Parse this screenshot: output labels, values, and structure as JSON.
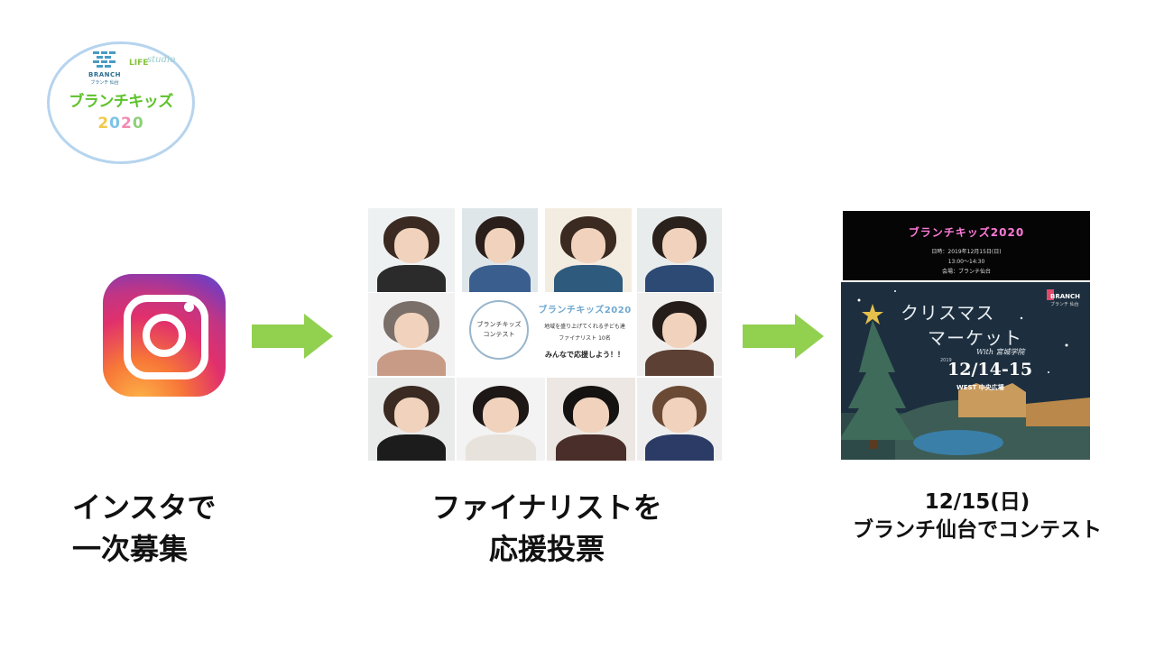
{
  "logo": {
    "brand": "BRANCH",
    "brand_sub": "ブランチ 仙台",
    "life": "LIFE",
    "life_script": "studio",
    "title": "ブランチキッズ",
    "year_digits": [
      "2",
      "0",
      "2",
      "0"
    ],
    "year_colors": [
      "#f2c94c",
      "#7dc3e8",
      "#f28ab2",
      "#8fd07a"
    ]
  },
  "instagram": {
    "icon": "instagram-icon",
    "colors": [
      "#fdb549",
      "#e1306c",
      "#833ab4",
      "#5851db"
    ]
  },
  "arrow_color": "#92d050",
  "finalists": {
    "card_circle_text": "ブランチキッズ\nコンテスト",
    "card_title": "ブランチキッズ2020",
    "card_line1": "地域を盛り上げてくれる子ども達",
    "card_line2": "ファイナリスト 10名",
    "card_line3": "みんなで応援しよう！！"
  },
  "event": {
    "top_title": "ブランチキッズ2020",
    "top_date": "日時：2019年12月15日(日)",
    "top_time": "13:00〜14:30",
    "top_place": "会場：ブランチ仙台",
    "xmas_line1": "クリスマス",
    "xmas_line2": "マーケット",
    "with": "With 宮城学院",
    "year": "2019",
    "dates": "12/14-15",
    "venue": "WEST 中央広場",
    "branch": "BRANCH",
    "branch_sub": "ブランチ 仙台"
  },
  "captions": {
    "step1_line1": "インスタで",
    "step1_line2": "一次募集",
    "step2_line1": "ファイナリストを",
    "step2_line2": "応援投票",
    "step3_line1": "12/15(日)",
    "step3_line2": "ブランチ仙台でコンテスト"
  }
}
